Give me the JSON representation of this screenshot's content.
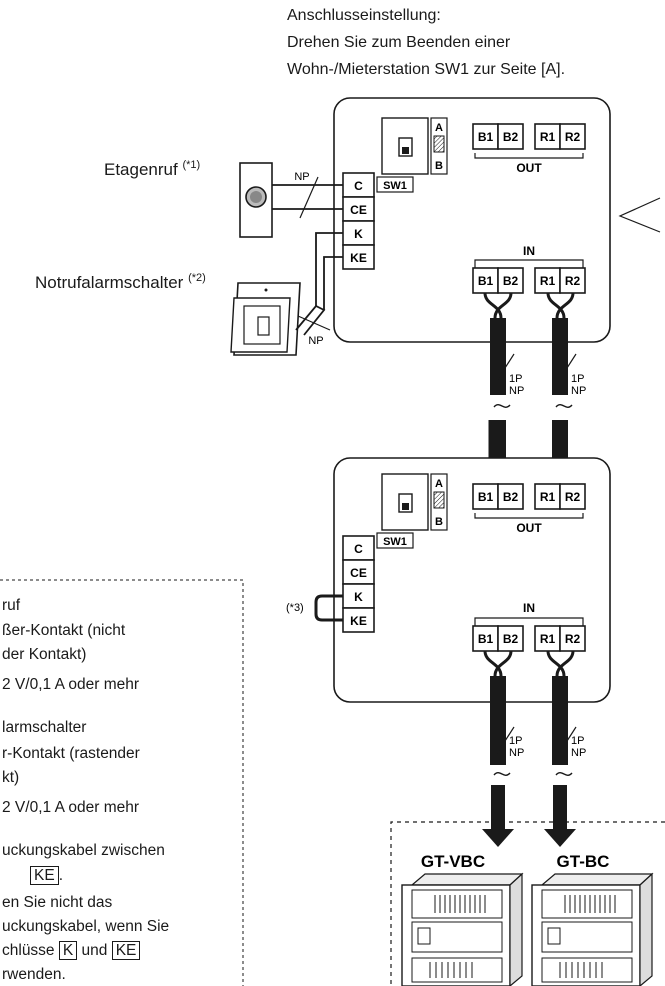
{
  "header": {
    "line1": "Anschlusseinstellung:",
    "line2": "Drehen Sie zum Beenden einer",
    "line3": "Wohn-/Mieterstation SW1 zur Seite [A]."
  },
  "labels": {
    "floor_call": "Etagenruf",
    "floor_call_ref": "(*1)",
    "alarm_switch": "Notrufalarmschalter",
    "alarm_switch_ref": "(*2)",
    "jumper_ref": "(*3)",
    "np": "NP",
    "pair": "1P",
    "np2": "NP",
    "sw1": "SW1",
    "sw_a": "A",
    "sw_b": "B",
    "out": "OUT",
    "in": "IN",
    "terminals": [
      "B1",
      "B2",
      "R1",
      "R2"
    ],
    "left_terminals": [
      "C",
      "CE",
      "K",
      "KE"
    ],
    "device1": "GT-VBC",
    "device2": "GT-BC"
  },
  "notes": {
    "n1": "ruf",
    "n2": "ßer-Kontakt (nicht",
    "n3": "der Kontakt)",
    "n4": "2 V/0,1 A oder mehr",
    "n5": "larmschalter",
    "n6": "r-Kontakt (rastender",
    "n7": "kt)",
    "n8": "2 V/0,1 A oder mehr",
    "n9": "uckungskabel zwischen",
    "n10_box": "KE",
    "n10_after": ".",
    "n11": "en Sie nicht das",
    "n12": "uckungskabel, wenn Sie",
    "n13_pre": "chlüsse",
    "n13_box1": "K",
    "n13_mid": "und",
    "n13_box2": "KE",
    "n14": "rwenden."
  }
}
